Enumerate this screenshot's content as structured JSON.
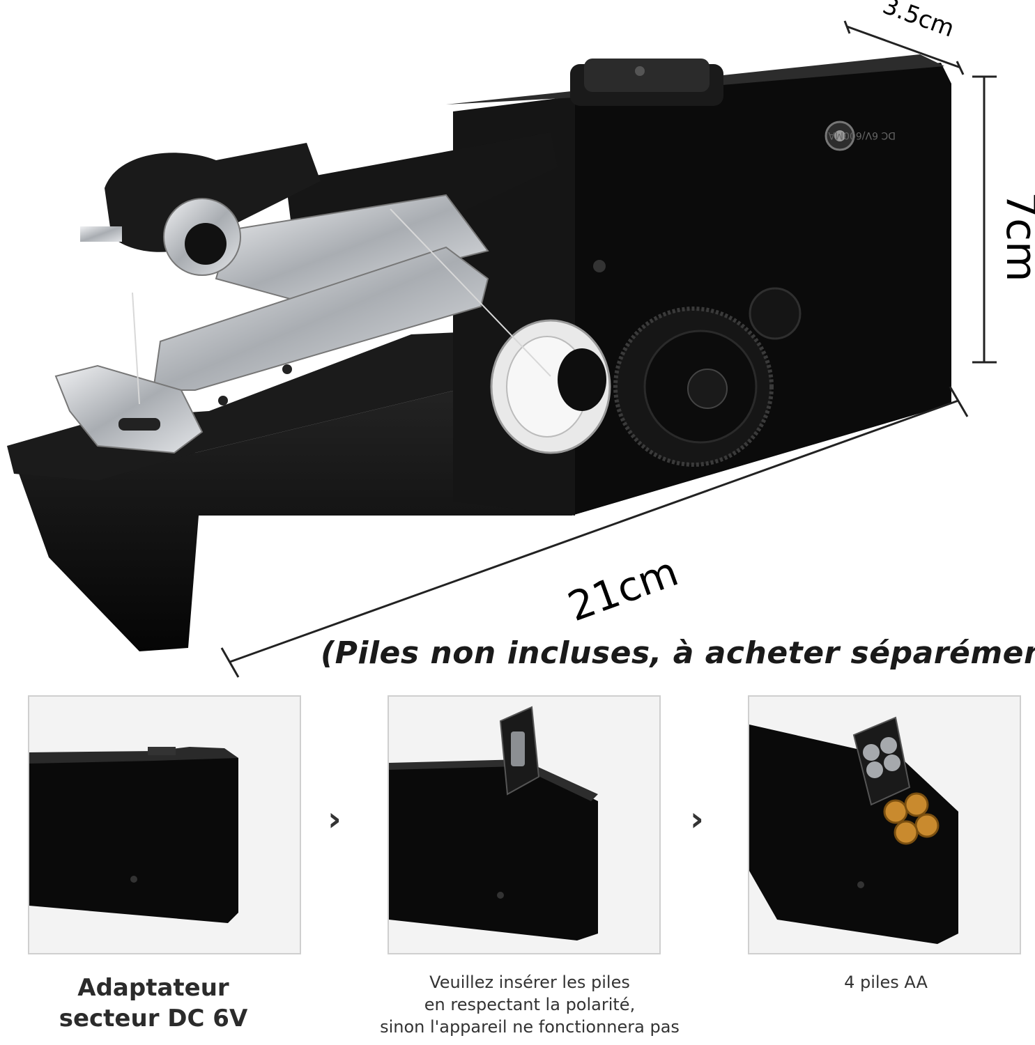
{
  "dimensions": {
    "depth": "3.5cm",
    "height": "7cm",
    "length": "21cm"
  },
  "device_label": "DC 6V/600MA",
  "battery_note": "(Piles non incluses, à acheter séparément)",
  "steps": [
    {
      "caption_lines": [
        "Adaptateur",
        "secteur DC 6V"
      ]
    },
    {
      "caption_lines": [
        "Veuillez insérer les piles",
        "en respectant la polarité,",
        "sinon l'appareil ne fonctionnera pas"
      ]
    },
    {
      "caption_lines": [
        "4 piles AA"
      ]
    }
  ],
  "step_arrow": "›",
  "colors": {
    "device": "#111111",
    "metal": "#c9ccd0",
    "battery": "#c98a2e",
    "panel_bg": "#f3f3f3"
  }
}
